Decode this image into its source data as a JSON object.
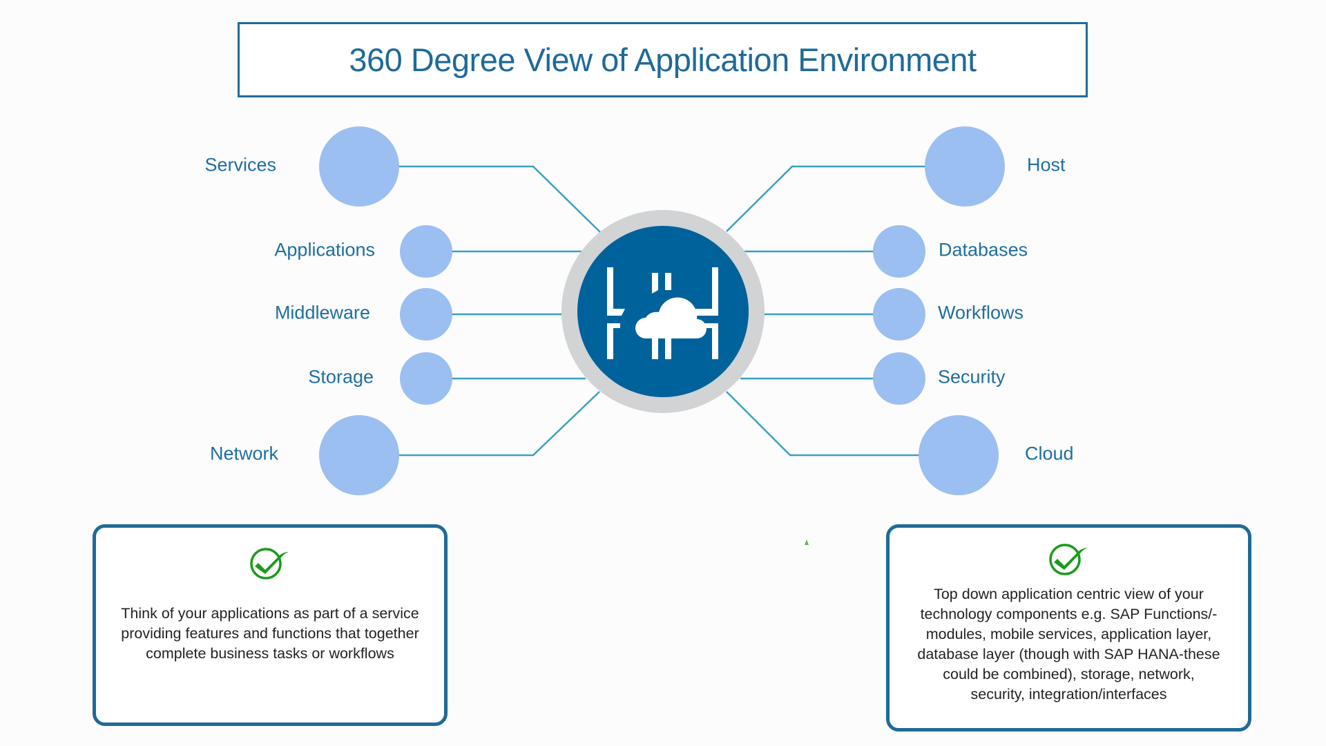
{
  "title": "360 Degree View of Application Environment",
  "center_hub": {
    "icon": "cloud-gateway-icon",
    "ring_color": "#d1d3d4",
    "fill_color": "#00629b"
  },
  "colors": {
    "accent": "#1f6a99",
    "node_fill": "#9bbff0",
    "connector": "#3a9fc0",
    "label": "#1f6e9e",
    "check": "#1a9a1a"
  },
  "left_nodes": [
    {
      "label": "Services",
      "size": "large"
    },
    {
      "label": "Applications",
      "size": "small"
    },
    {
      "label": "Middleware",
      "size": "small"
    },
    {
      "label": "Storage",
      "size": "small"
    },
    {
      "label": "Network",
      "size": "large"
    }
  ],
  "right_nodes": [
    {
      "label": "Host",
      "size": "large"
    },
    {
      "label": "Databases",
      "size": "small"
    },
    {
      "label": "Workflows",
      "size": "small"
    },
    {
      "label": "Security",
      "size": "small"
    },
    {
      "label": "Cloud",
      "size": "large"
    }
  ],
  "info_boxes": [
    {
      "icon": "check-circle-icon",
      "lines": [
        "Think of your applications as part of a service",
        "providing features and functions that together",
        "complete business tasks or workflows"
      ]
    },
    {
      "icon": "check-circle-icon",
      "lines": [
        "Top down application centric view of your",
        "technology components e.g. SAP Functions/-",
        "modules, mobile services, application layer,",
        "database layer (though with SAP HANA-these",
        "could be combined), storage, network,",
        "security, integration/interfaces"
      ]
    }
  ]
}
